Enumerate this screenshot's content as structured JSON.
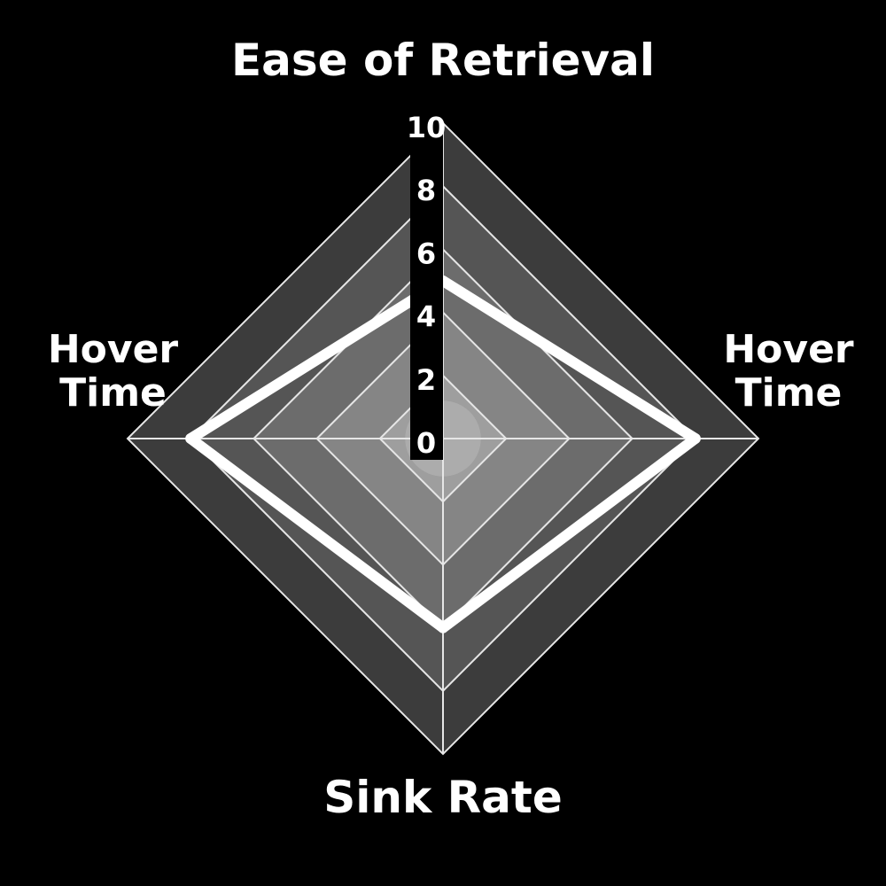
{
  "chart_data": {
    "type": "radar",
    "axes": [
      "Ease of Retrieval",
      "Hover Time",
      "Sink Rate",
      "Hover\nTime"
    ],
    "radial_ticks": [
      "0",
      "2",
      "4",
      "6",
      "8",
      "10"
    ],
    "rmax": 10,
    "series": [
      {
        "values": [
          5,
          8,
          6,
          8
        ]
      }
    ],
    "colors": {
      "background": "#000000",
      "grid": "#e6e6e6",
      "series_line": "#ffffff",
      "band_dark": "#3a3a3a",
      "band_light": "#bdbdbd"
    }
  }
}
